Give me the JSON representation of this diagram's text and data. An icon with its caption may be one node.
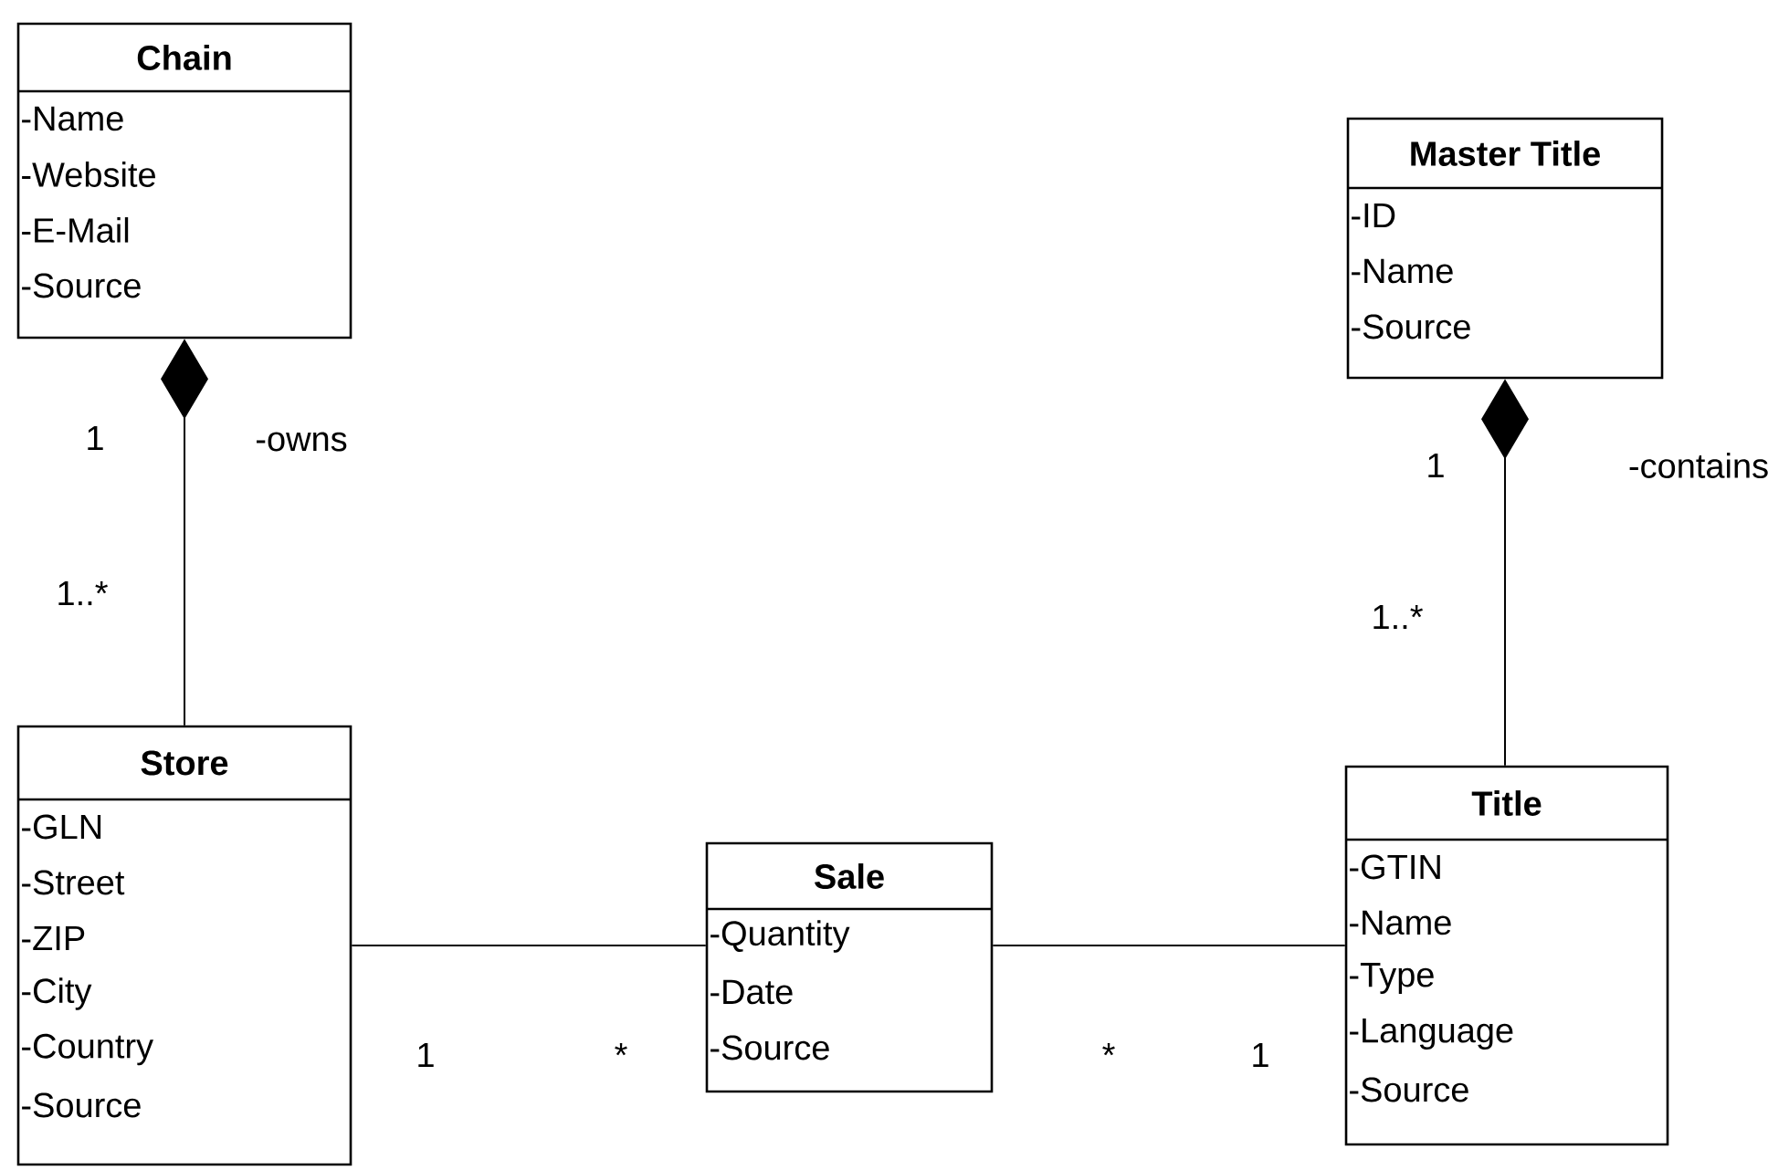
{
  "diagram": {
    "nodes": [
      {
        "text": [
          "Chain",
          "-Name",
          "-Website",
          "-E-Mail",
          "-Source"
        ]
      },
      {
        "text": [
          "Master Title",
          "-ID",
          "-Name",
          "-Source"
        ]
      },
      {
        "text": [
          "Store",
          "-GLN",
          "-Street",
          "-ZIP",
          "-City",
          "-Country",
          "-Source"
        ]
      },
      {
        "text": [
          "Sale",
          "-Quantity",
          "-Date",
          "-Source"
        ]
      },
      {
        "text": [
          "Title",
          "-GTIN",
          "-Name",
          "-Type",
          "-Language",
          "-Source"
        ]
      }
    ],
    "edges": [
      {
        "from": 0,
        "to": 2,
        "arrow": "other",
        "label": "-owns"
      },
      {
        "from": 1,
        "to": 4,
        "arrow": "other",
        "label": "-contains"
      },
      {
        "from": 2,
        "to": 3,
        "arrow": "none"
      },
      {
        "from": 3,
        "to": 4,
        "arrow": "none"
      }
    ],
    "labels": [
      "1",
      "1..*",
      "1",
      "1..*",
      "1",
      "*",
      "*",
      "1"
    ]
  }
}
